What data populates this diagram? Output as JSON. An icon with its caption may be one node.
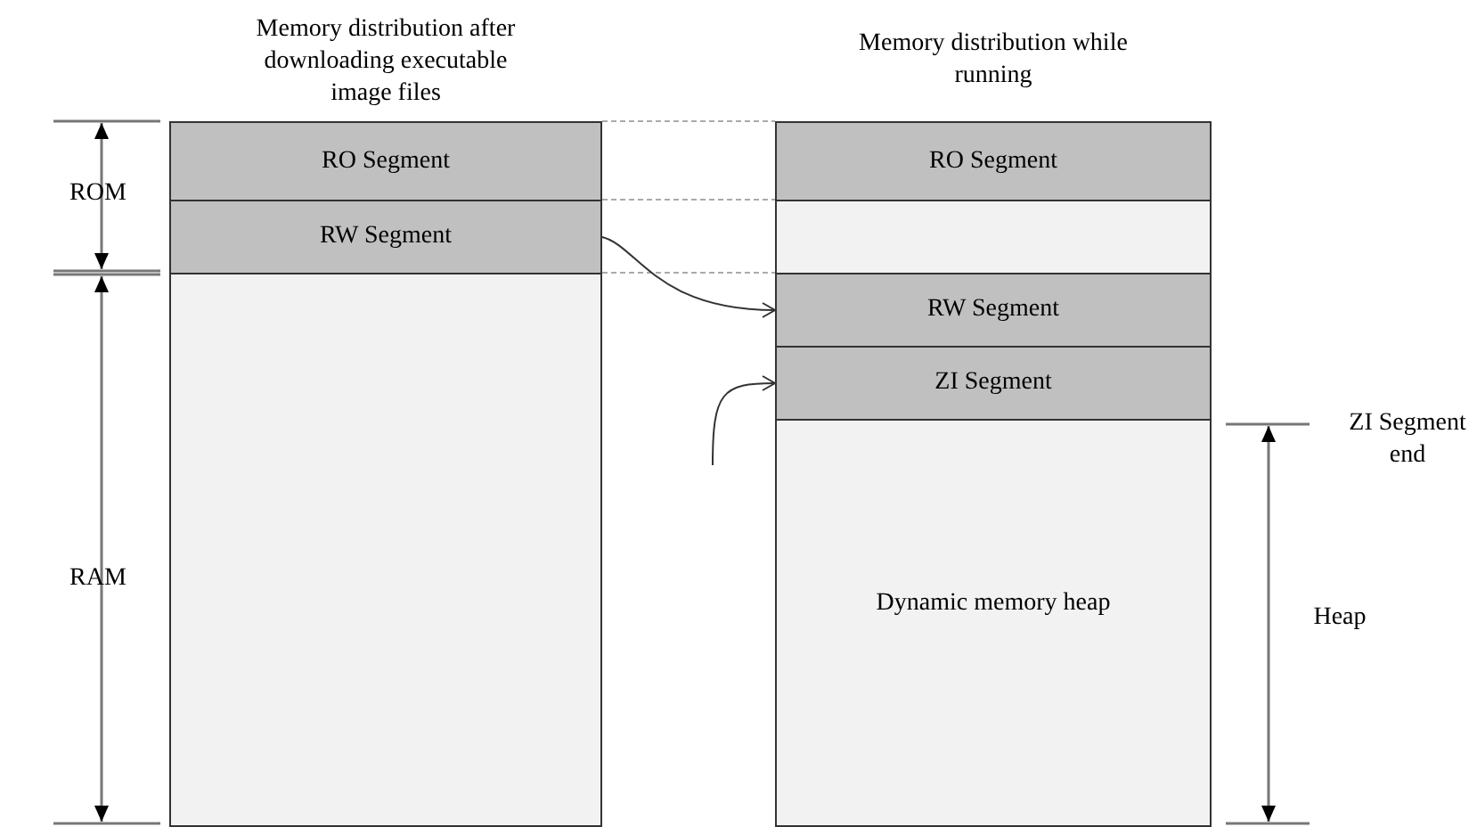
{
  "diagram": {
    "nodes": [
      {
        "text": [
          "Memory distribution after downloading executable image files"
        ]
      },
      {
        "text": [
          "RO Segment"
        ],
        "in": 0
      },
      {
        "text": [
          "RW Segment"
        ],
        "in": 0
      },
      {
        "text": [],
        "shape": "box",
        "in": 0
      },
      {
        "text": [
          "Memory distribution while running"
        ]
      },
      {
        "text": [
          "RO Segment"
        ],
        "in": 4
      },
      {
        "text": [],
        "shape": "box",
        "in": 4
      },
      {
        "text": [
          "RW Segment"
        ],
        "in": 4
      },
      {
        "text": [
          "ZI Segment"
        ],
        "in": 4
      },
      {
        "text": [
          "Dynamic memory heap"
        ],
        "in": 4
      }
    ],
    "edges": [
      {
        "from": 2,
        "to": 7,
        "arrow": "to"
      },
      {
        "from": null,
        "to": 8,
        "arrow": "to"
      }
    ],
    "labels": [
      "ROM",
      "RAM",
      "ZI Segment end",
      "Heap"
    ]
  }
}
